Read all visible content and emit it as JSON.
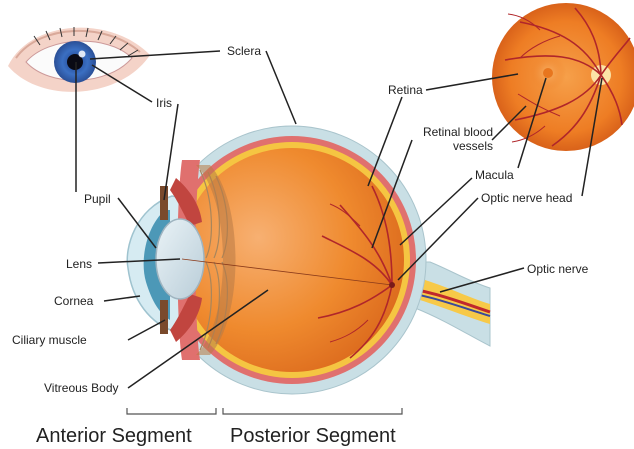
{
  "labels": {
    "sclera": "Sclera",
    "iris": "Iris",
    "pupil": "Pupil",
    "lens": "Lens",
    "cornea": "Cornea",
    "ciliary_muscle": "Ciliary muscle",
    "vitreous_body": "Vitreous Body",
    "retina": "Retina",
    "retinal_blood_vessels_line1": "Retinal blood",
    "retinal_blood_vessels_line2": "vessels",
    "macula": "Macula",
    "optic_nerve_head": "Optic nerve head",
    "optic_nerve": "Optic nerve"
  },
  "segments": {
    "anterior": "Anterior Segment",
    "posterior": "Posterior Segment"
  },
  "colors": {
    "sclera": "#c9dfe5",
    "choroid": "#e0706e",
    "retina_layer": "#f5c542",
    "vitreous": "#ef8a2e",
    "iris_blue": "#3a6fc0",
    "fundus": "#f08a2a",
    "vessel": "#b0262a",
    "nerve_yellow": "#f7c948"
  }
}
